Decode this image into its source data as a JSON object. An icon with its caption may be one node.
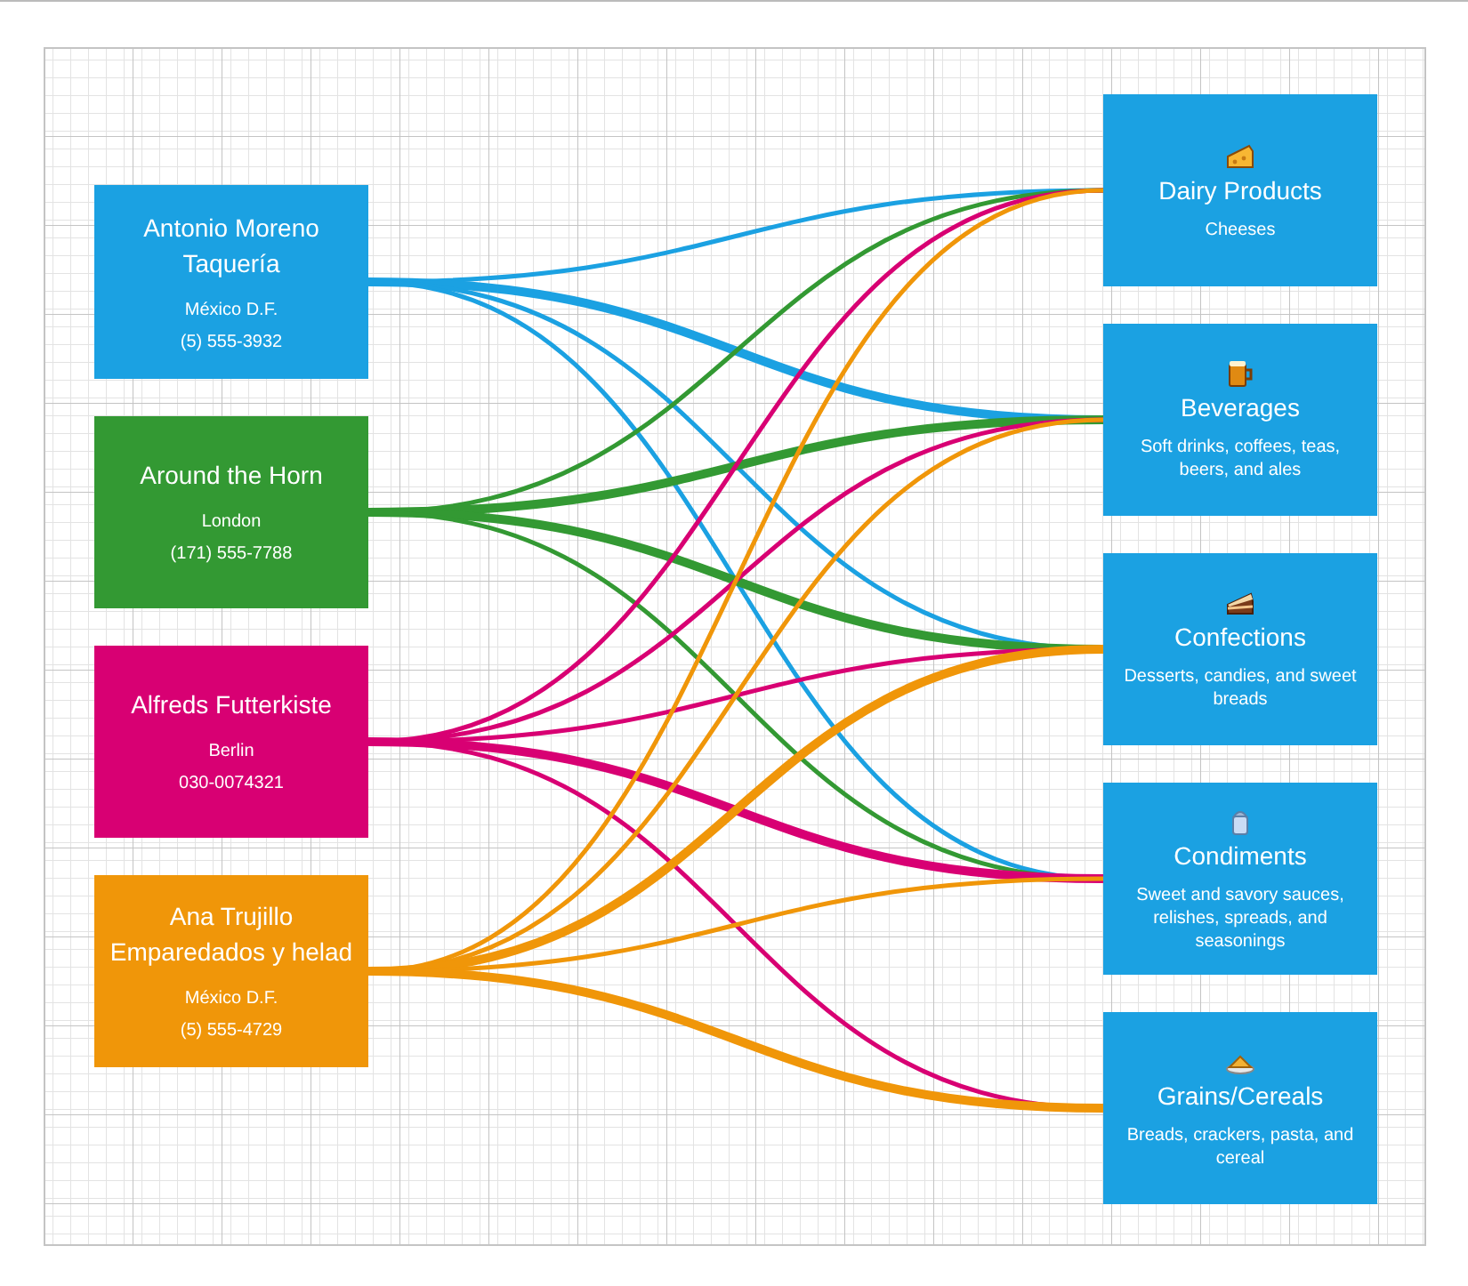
{
  "diagram": {
    "nodes": [
      {
        "text": [
          "Antonio Moreno Taquería",
          "México D.F.",
          "(5) 555-3932"
        ]
      },
      {
        "text": [
          "Around the Horn",
          "London",
          "(171) 555-7788"
        ]
      },
      {
        "text": [
          "Alfreds Futterkiste",
          "Berlin",
          "030-0074321"
        ]
      },
      {
        "text": [
          "Ana Trujillo Emparedados y helad",
          "México D.F.",
          "(5) 555-4729"
        ]
      },
      {
        "text": [
          "Dairy Products",
          "Cheeses"
        ]
      },
      {
        "text": [
          "Beverages",
          "Soft drinks, coffees, teas, beers, and ales"
        ]
      },
      {
        "text": [
          "Confections",
          "Desserts, candies, and sweet breads"
        ]
      },
      {
        "text": [
          "Condiments",
          "Sweet and savory sauces, relishes, spreads, and seasonings"
        ]
      },
      {
        "text": [
          "Grains/Cereals",
          "Breads, crackers, pasta, and cereal"
        ]
      }
    ],
    "edges": [
      {
        "from": 0,
        "to": 4,
        "arrow": "none",
        "color": "#1ba1e2"
      },
      {
        "from": 0,
        "to": 5,
        "arrow": "none",
        "style": "thick",
        "color": "#1ba1e2"
      },
      {
        "from": 0,
        "to": 6,
        "arrow": "none",
        "color": "#1ba1e2"
      },
      {
        "from": 0,
        "to": 7,
        "arrow": "none",
        "color": "#1ba1e2"
      },
      {
        "from": 1,
        "to": 4,
        "arrow": "none",
        "color": "#339933"
      },
      {
        "from": 1,
        "to": 5,
        "arrow": "none",
        "style": "thick",
        "color": "#339933"
      },
      {
        "from": 1,
        "to": 6,
        "arrow": "none",
        "style": "thick",
        "color": "#339933"
      },
      {
        "from": 1,
        "to": 7,
        "arrow": "none",
        "color": "#339933"
      },
      {
        "from": 2,
        "to": 4,
        "arrow": "none",
        "color": "#d80073"
      },
      {
        "from": 2,
        "to": 5,
        "arrow": "none",
        "color": "#d80073"
      },
      {
        "from": 2,
        "to": 6,
        "arrow": "none",
        "color": "#d80073"
      },
      {
        "from": 2,
        "to": 7,
        "arrow": "none",
        "style": "thick",
        "color": "#d80073"
      },
      {
        "from": 2,
        "to": 8,
        "arrow": "none",
        "color": "#d80073"
      },
      {
        "from": 3,
        "to": 4,
        "arrow": "none",
        "color": "#f09609"
      },
      {
        "from": 3,
        "to": 5,
        "arrow": "none",
        "color": "#f09609"
      },
      {
        "from": 3,
        "to": 6,
        "arrow": "none",
        "style": "thick",
        "color": "#f09609"
      },
      {
        "from": 3,
        "to": 7,
        "arrow": "none",
        "color": "#f09609"
      },
      {
        "from": 3,
        "to": 8,
        "arrow": "none",
        "style": "thick",
        "color": "#f09609"
      }
    ]
  }
}
